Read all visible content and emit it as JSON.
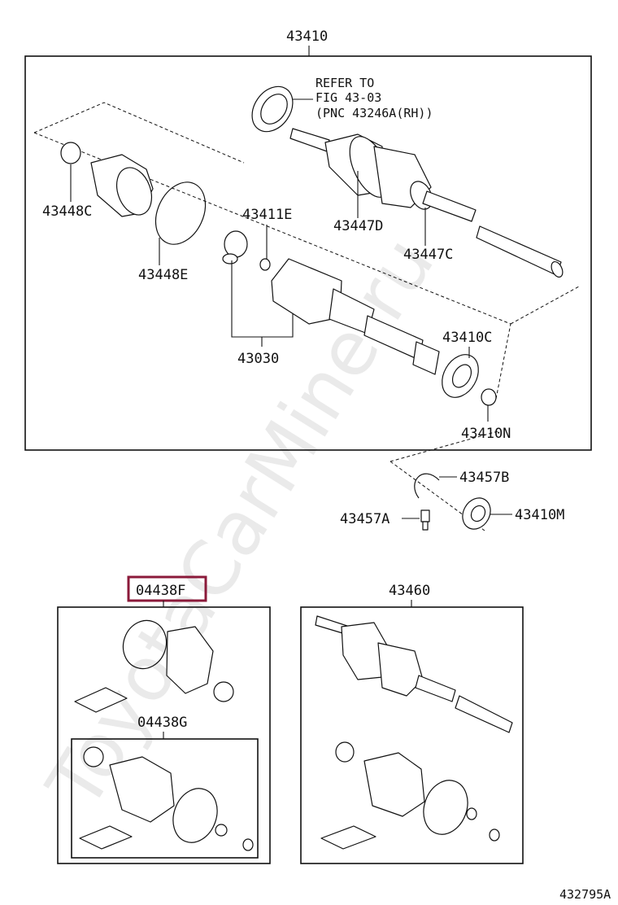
{
  "watermark": "ToyotaCarMine.ru",
  "assembly_main": {
    "number": "43410",
    "note_lines": [
      "REFER TO",
      "FIG 43-03",
      "(PNC 43246A(RH))"
    ]
  },
  "parts": {
    "p43448C": "43448C",
    "p43448E": "43448E",
    "p43411E": "43411E",
    "p43447D": "43447D",
    "p43447C": "43447C",
    "p43030": "43030",
    "p43410C": "43410C",
    "p43410N": "43410N",
    "p43457B": "43457B",
    "p43457A": "43457A",
    "p43410M": "43410M"
  },
  "kit_boot": {
    "number": "04438F",
    "highlight_color": "#8b1a3a"
  },
  "kit_inner": {
    "number": "04438G"
  },
  "kit_shaft": {
    "number": "43460"
  },
  "figure_code": "432795A"
}
